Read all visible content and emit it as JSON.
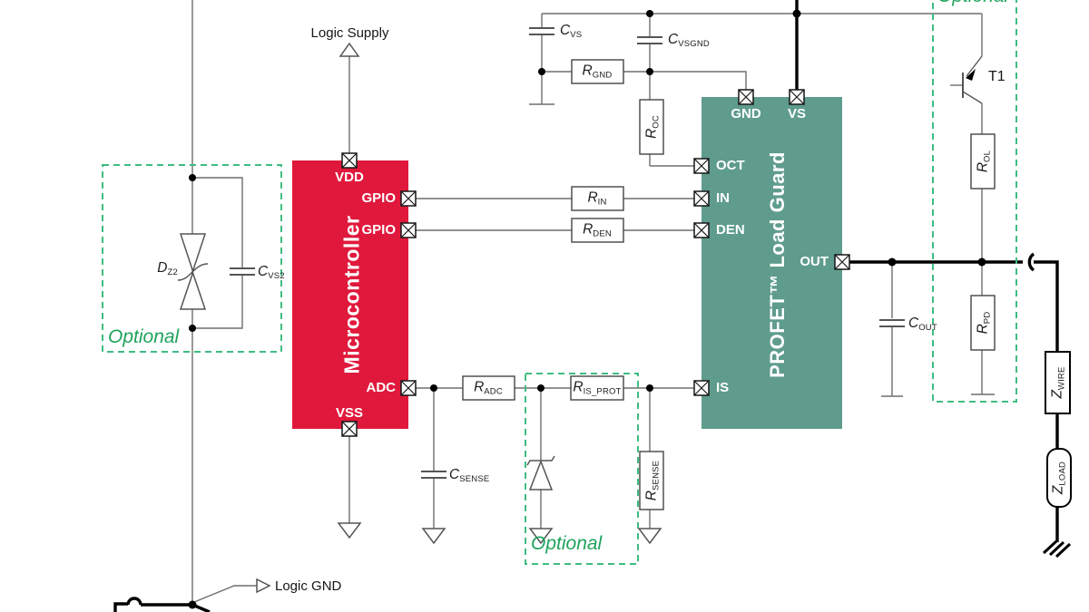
{
  "colors": {
    "block-red": "#E0193C",
    "block-teal": "#5F9C8D",
    "optional-green": "#3FBC81",
    "optional-text": "#1FA35C",
    "wire": "#6e6e6e",
    "thick": "#000000"
  },
  "blocks": {
    "microcontroller": "Microcontroller",
    "profet": "PROFET™ Load Guard"
  },
  "pins": {
    "vdd": "VDD",
    "gpio1": "GPIO",
    "gpio2": "GPIO",
    "adc": "ADC",
    "vss": "VSS",
    "gnd": "GND",
    "vs": "VS",
    "oct": "OCT",
    "in": "IN",
    "den": "DEN",
    "is": "IS",
    "out": "OUT"
  },
  "labels": {
    "logic_supply": "Logic Supply",
    "logic_gnd": "Logic GND",
    "optional": "Optional",
    "t1": "T1"
  },
  "components": {
    "c_vs": {
      "main": "C",
      "sub": "VS"
    },
    "c_vsgnd": {
      "main": "C",
      "sub": "VSGND"
    },
    "r_gnd": {
      "main": "R",
      "sub": "GND"
    },
    "r_oc": {
      "main": "R",
      "sub": "OC"
    },
    "r_in": {
      "main": "R",
      "sub": "IN"
    },
    "r_den": {
      "main": "R",
      "sub": "DEN"
    },
    "r_adc": {
      "main": "R",
      "sub": "ADC"
    },
    "r_is_prot": {
      "main": "R",
      "sub": "IS_PROT"
    },
    "c_sense": {
      "main": "C",
      "sub": "SENSE"
    },
    "r_sense": {
      "main": "R",
      "sub": "SENSE"
    },
    "c_out": {
      "main": "C",
      "sub": "OUT"
    },
    "r_ol": {
      "main": "R",
      "sub": "OL"
    },
    "r_pd": {
      "main": "R",
      "sub": "PD"
    },
    "z_wire": {
      "main": "Z",
      "sub": "WIRE"
    },
    "z_load": {
      "main": "Z",
      "sub": "LOAD"
    },
    "d_z2": {
      "main": "D",
      "sub": "Z2"
    },
    "c_vs2": {
      "main": "C",
      "sub": "VS2"
    }
  }
}
